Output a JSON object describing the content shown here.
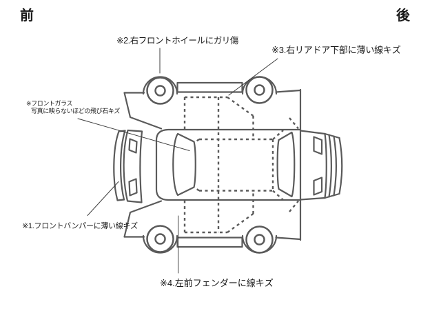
{
  "orientation": {
    "front": "前",
    "rear": "後"
  },
  "notes": {
    "note1": "※1.フロントバンパーに薄い線キズ",
    "note2": "※2.右フロントホイールにガリ傷",
    "note3": "※3.右リアドア下部に薄い線キズ",
    "note4": "※4.左前フェンダーに線キズ",
    "glass_line1": "※フロントガラス",
    "glass_line2": "写真に映らないほどの飛び石キズ"
  },
  "colors": {
    "outline": "#5a5a5a",
    "leader": "#3f3f3f",
    "text": "#1a1a1a",
    "background": "#ffffff"
  }
}
